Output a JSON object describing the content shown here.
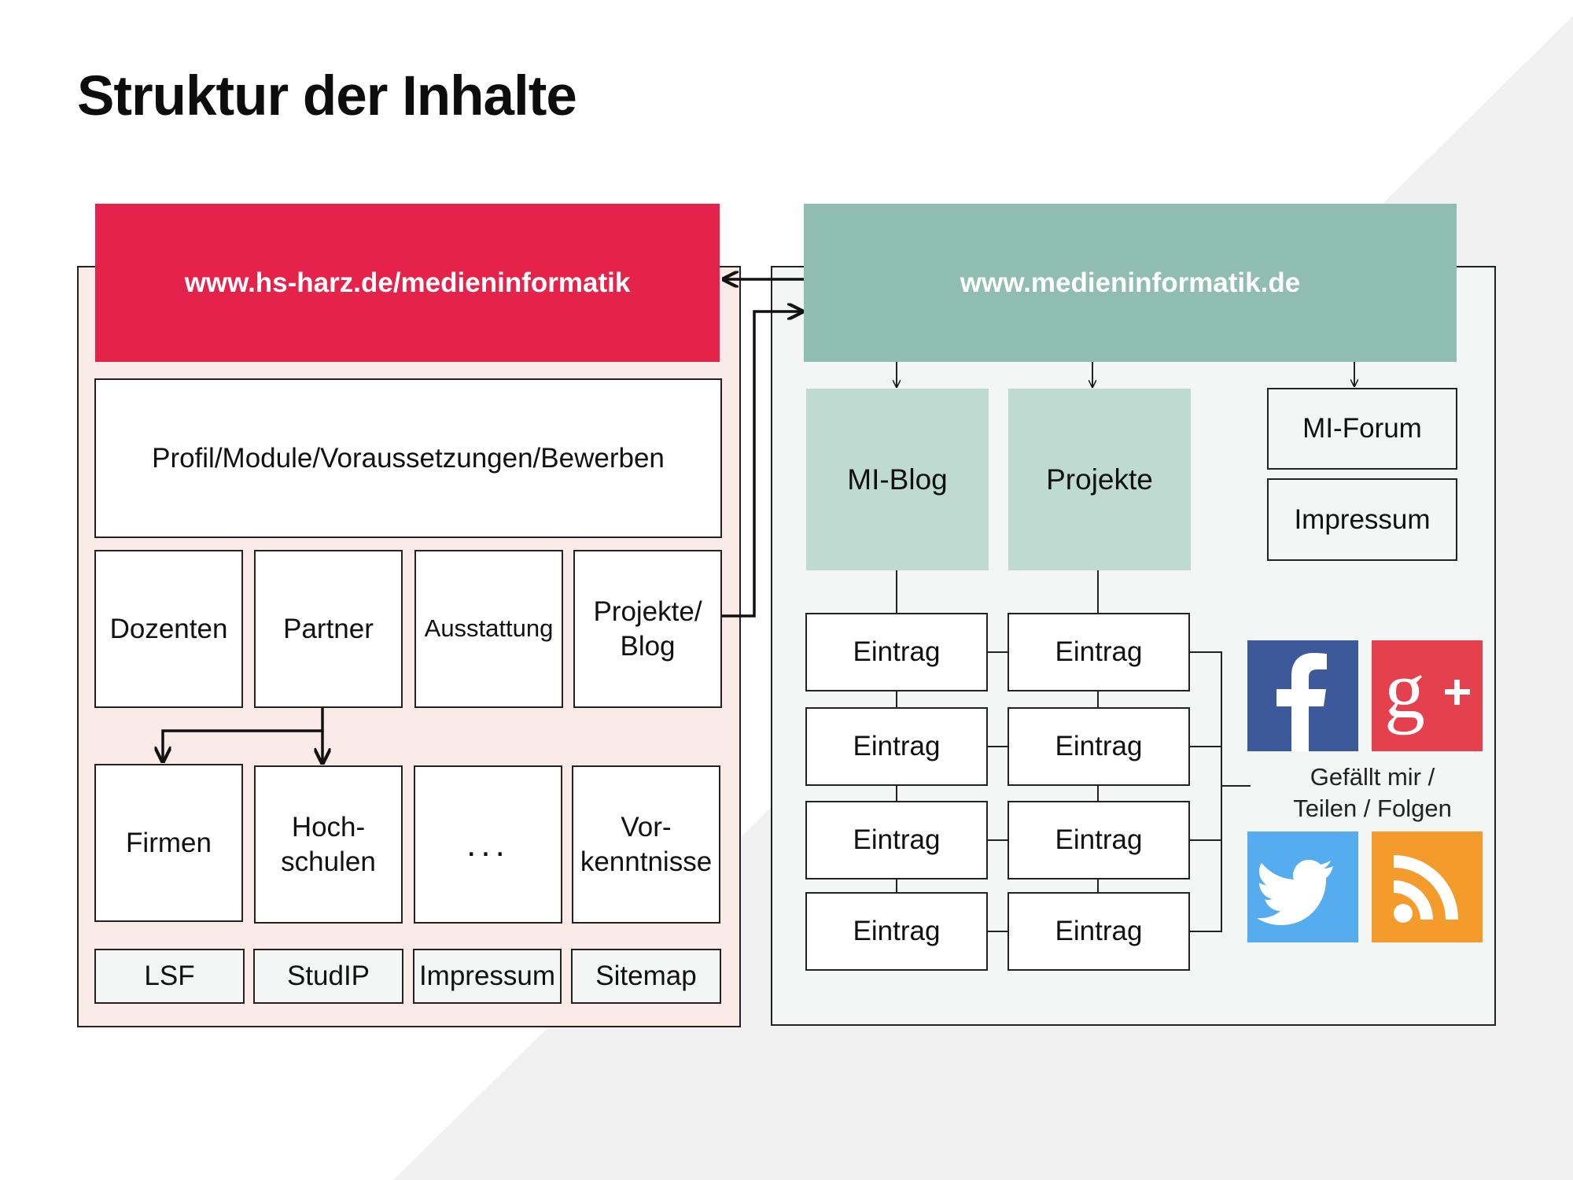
{
  "title": "Struktur der Inhalte",
  "colors": {
    "hs_header": "#e5224a",
    "mi_header": "#8fbdb0",
    "mi_sub": "#bfdad1",
    "left_panel_bg": "#fbebe8",
    "right_panel_bg": "#f4f6f5",
    "wedge": "#f1f1f1",
    "facebook": "#3c5a99",
    "googleplus": "#e5404e",
    "twitter": "#55acee",
    "rss": "#f49b2b"
  },
  "left": {
    "header": "www.hs-harz.de/medieninformatik",
    "profile": "Profil/Module/Voraussetzungen/Bewerben",
    "row1": {
      "dozenten": "Dozenten",
      "partner": "Partner",
      "ausstattung": "Ausstattung",
      "projekte_line1": "Projekte/",
      "projekte_line2": "Blog"
    },
    "row2": {
      "firmen": "Firmen",
      "hoch_line1": "Hoch-",
      "hoch_line2": "schulen",
      "dots": "...",
      "vor_line1": "Vor-",
      "vor_line2": "kenntnisse"
    },
    "footer": {
      "lsf": "LSF",
      "studip": "StudIP",
      "impressum": "Impressum",
      "sitemap": "Sitemap"
    }
  },
  "right": {
    "header": "www.medieninformatik.de",
    "blog": "MI-Blog",
    "projekte": "Projekte",
    "forum": "MI-Forum",
    "impressum": "Impressum",
    "entry_label": "Eintrag",
    "social_line1": "Gefällt mir /",
    "social_line2": "Teilen / Folgen",
    "social_icons": [
      "facebook-icon",
      "google-plus-icon",
      "twitter-icon",
      "rss-icon"
    ]
  }
}
